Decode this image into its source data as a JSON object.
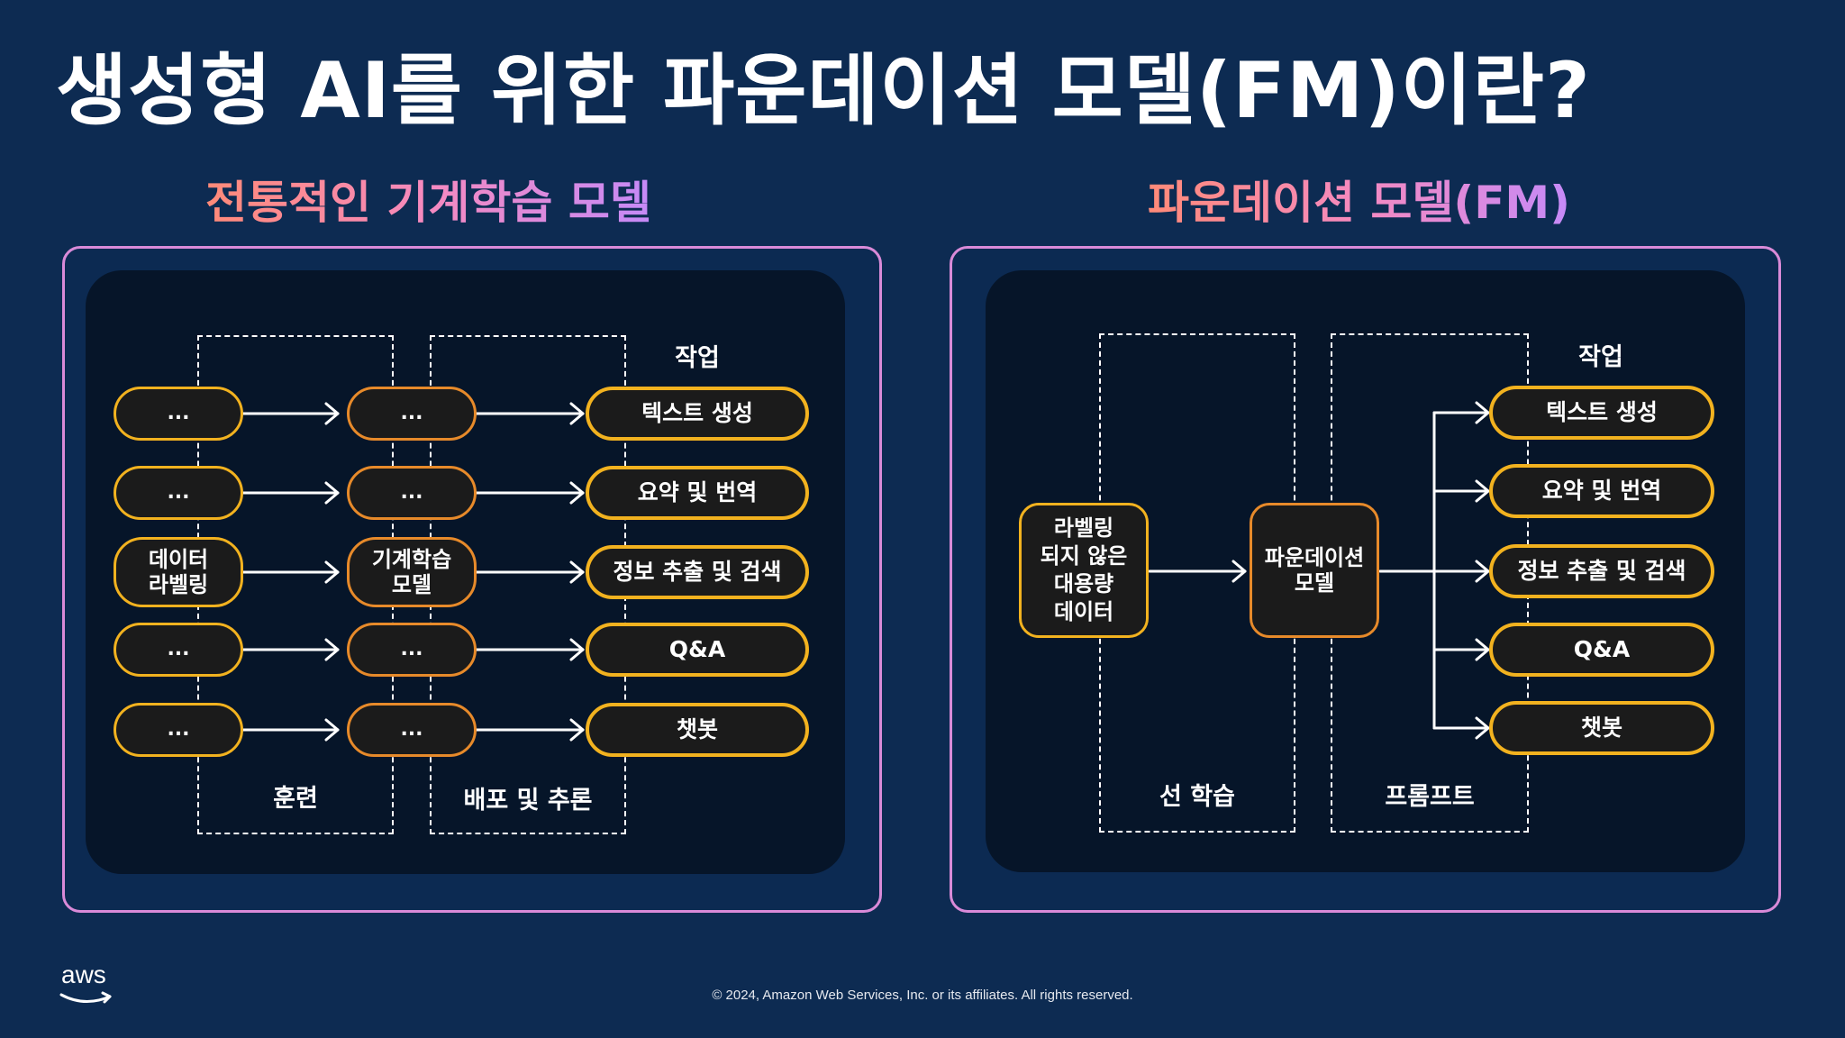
{
  "title": "생성형 AI를 위한 파운데이션 모델(FM)이란?",
  "left": {
    "heading": "전통적인 기계학습 모델",
    "data_nodes": [
      "...",
      "...",
      "데이터\n라벨링",
      "...",
      "..."
    ],
    "model_nodes": [
      "...",
      "...",
      "기계학습\n모델",
      "...",
      "..."
    ],
    "tasks_label": "작업",
    "tasks": [
      "텍스트 생성",
      "요약 및 번역",
      "정보 추출 및 검색",
      "Q&A",
      "챗봇"
    ],
    "stage_training": "훈련",
    "stage_deploy": "배포 및 추론"
  },
  "right": {
    "heading": "파운데이션 모델(FM)",
    "data_node": "라벨링\n되지 않은\n대용량\n데이터",
    "model_node": "파운데이션\n모델",
    "tasks_label": "작업",
    "tasks": [
      "텍스트 생성",
      "요약 및 번역",
      "정보 추출 및 검색",
      "Q&A",
      "챗봇"
    ],
    "stage_pretraining": "선 학습",
    "stage_prompt": "프롬프트"
  },
  "footer": "© 2024, Amazon Web Services, Inc. or its affiliates. All rights reserved.",
  "logo_text": "aws",
  "colors": {
    "background": "#0d2b52",
    "panel": "#061529",
    "pill_border_yellow": "#f2b21f",
    "pill_border_orange": "#e78a2a",
    "frame_border": "#d98ad8"
  }
}
